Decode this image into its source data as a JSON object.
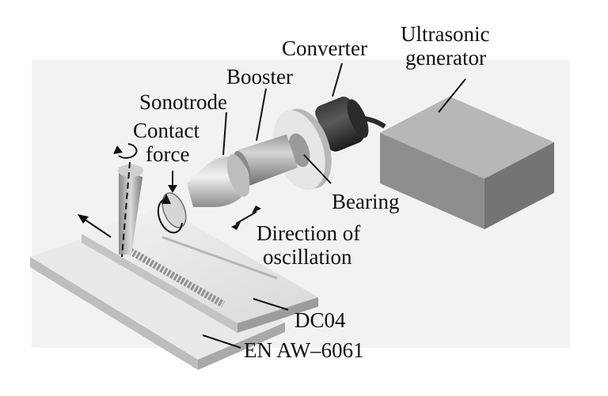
{
  "labels": {
    "converter": "Converter",
    "generator_line1": "Ultrasonic",
    "generator_line2": "generator",
    "booster": "Booster",
    "sonotrode": "Sonotrode",
    "contact_line1": "Contact",
    "contact_line2": "force",
    "bearing": "Bearing",
    "direction_line1": "Direction of",
    "direction_line2": "oscillation",
    "dc04": "DC04",
    "en_aw": "EN AW–6061"
  }
}
